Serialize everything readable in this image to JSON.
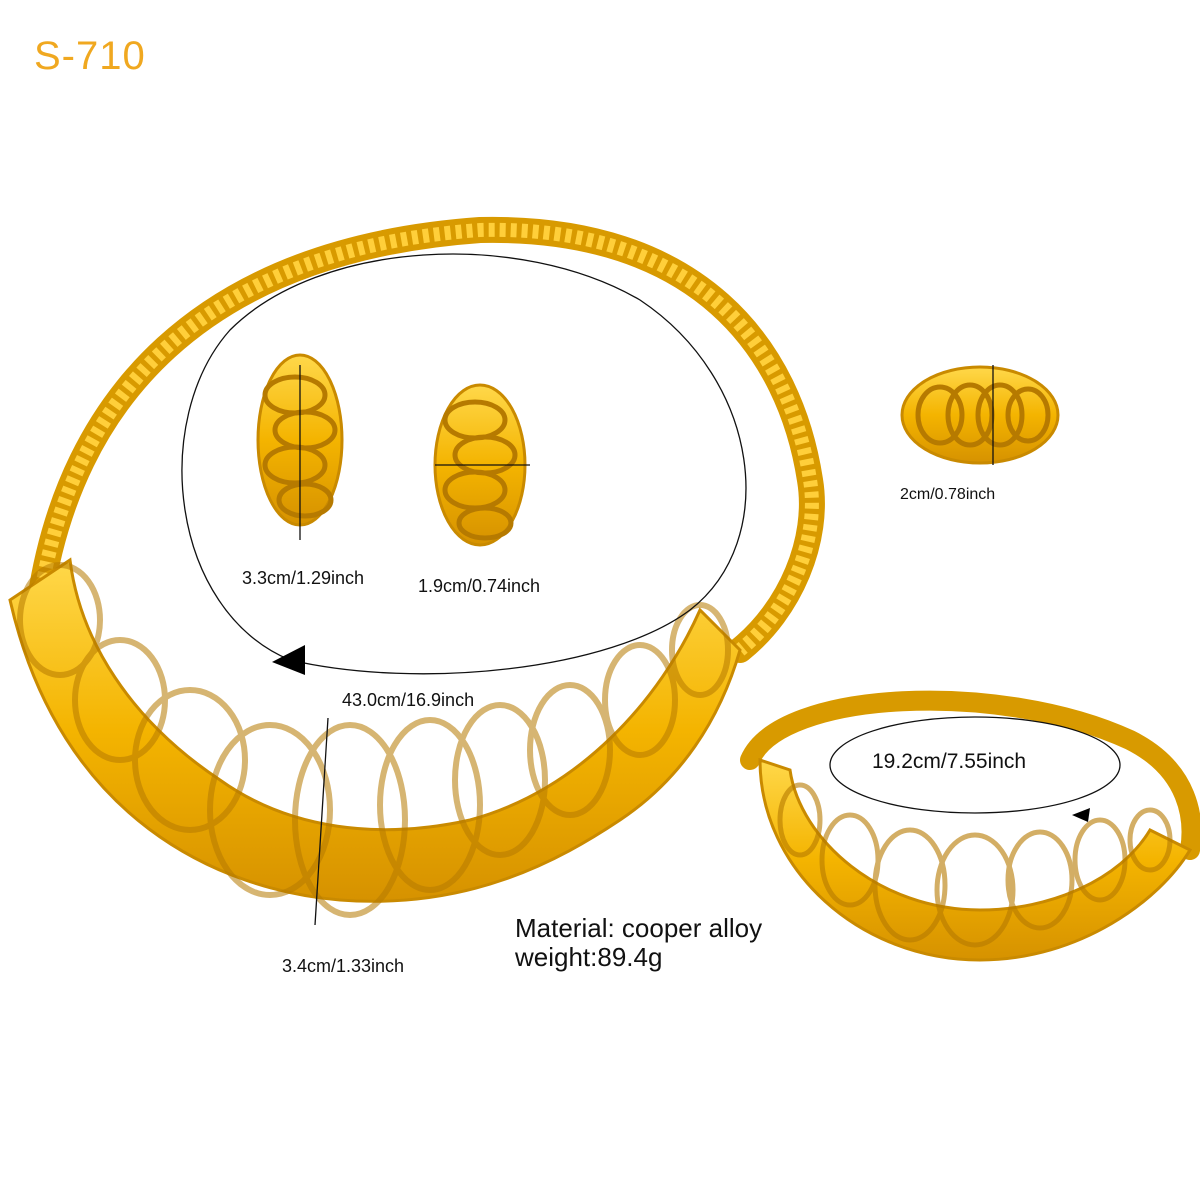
{
  "product_code": "S-710",
  "colors": {
    "gold": "#f2b800",
    "gold_dark": "#c98a00",
    "gold_light": "#ffd54a",
    "code_orange": "#f0a820"
  },
  "dimensions": {
    "earring_height": "3.3cm/1.29inch",
    "earring_width": "1.9cm/0.74inch",
    "ring_height": "2cm/0.78inch",
    "necklace_length": "43.0cm/16.9inch",
    "necklace_width": "3.4cm/1.33inch",
    "bracelet_length": "19.2cm/7.55inch"
  },
  "specs": {
    "material": "Material:  cooper alloy",
    "weight": "weight:89.4g"
  },
  "items": [
    "necklace",
    "earring",
    "earring",
    "ring",
    "bracelet"
  ]
}
